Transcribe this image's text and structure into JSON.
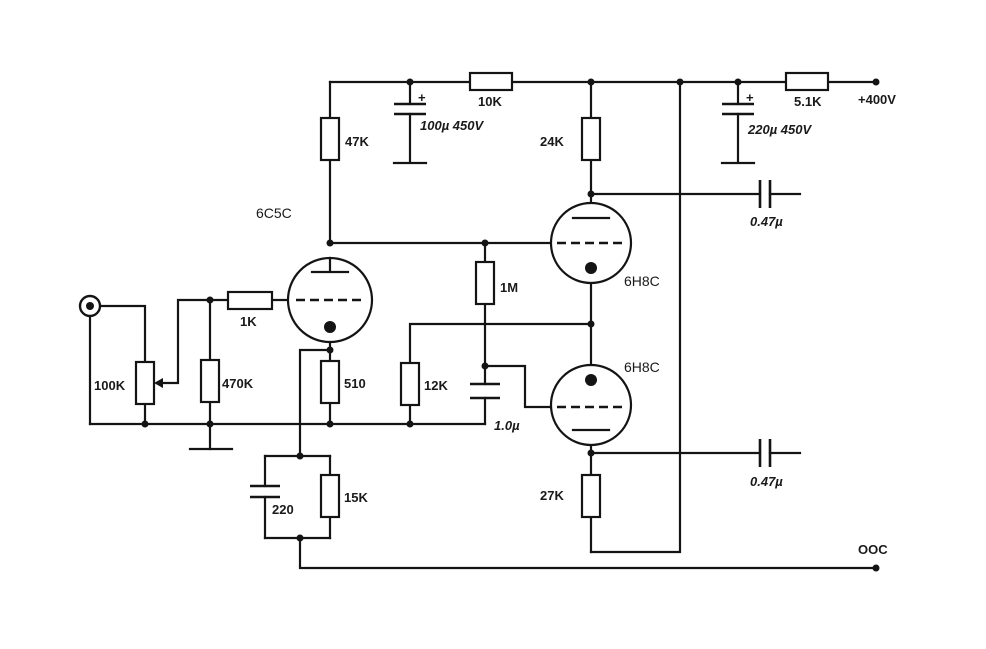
{
  "tubes": {
    "driver": "6C5C",
    "upper": "6H8C",
    "lower": "6H8C"
  },
  "resistors": {
    "r_10k": "10K",
    "r_5k1": "5.1K",
    "r_47k": "47K",
    "r_24k": "24K",
    "r_1k": "1K",
    "r_1m": "1M",
    "r_100k": "100K",
    "r_470k": "470K",
    "r_510": "510",
    "r_12k": "12K",
    "r_15k": "15K",
    "r_27k": "27K"
  },
  "capacitors": {
    "c_100u": "100µ 450V",
    "c_220u": "220µ 450V",
    "c_out_top": "0.47µ",
    "c_out_bottom": "0.47µ",
    "c_1u": "1.0µ",
    "c_220": "220"
  },
  "terminals": {
    "supply": "+400V",
    "feedback": "OOC"
  },
  "polarity_mark": "+"
}
